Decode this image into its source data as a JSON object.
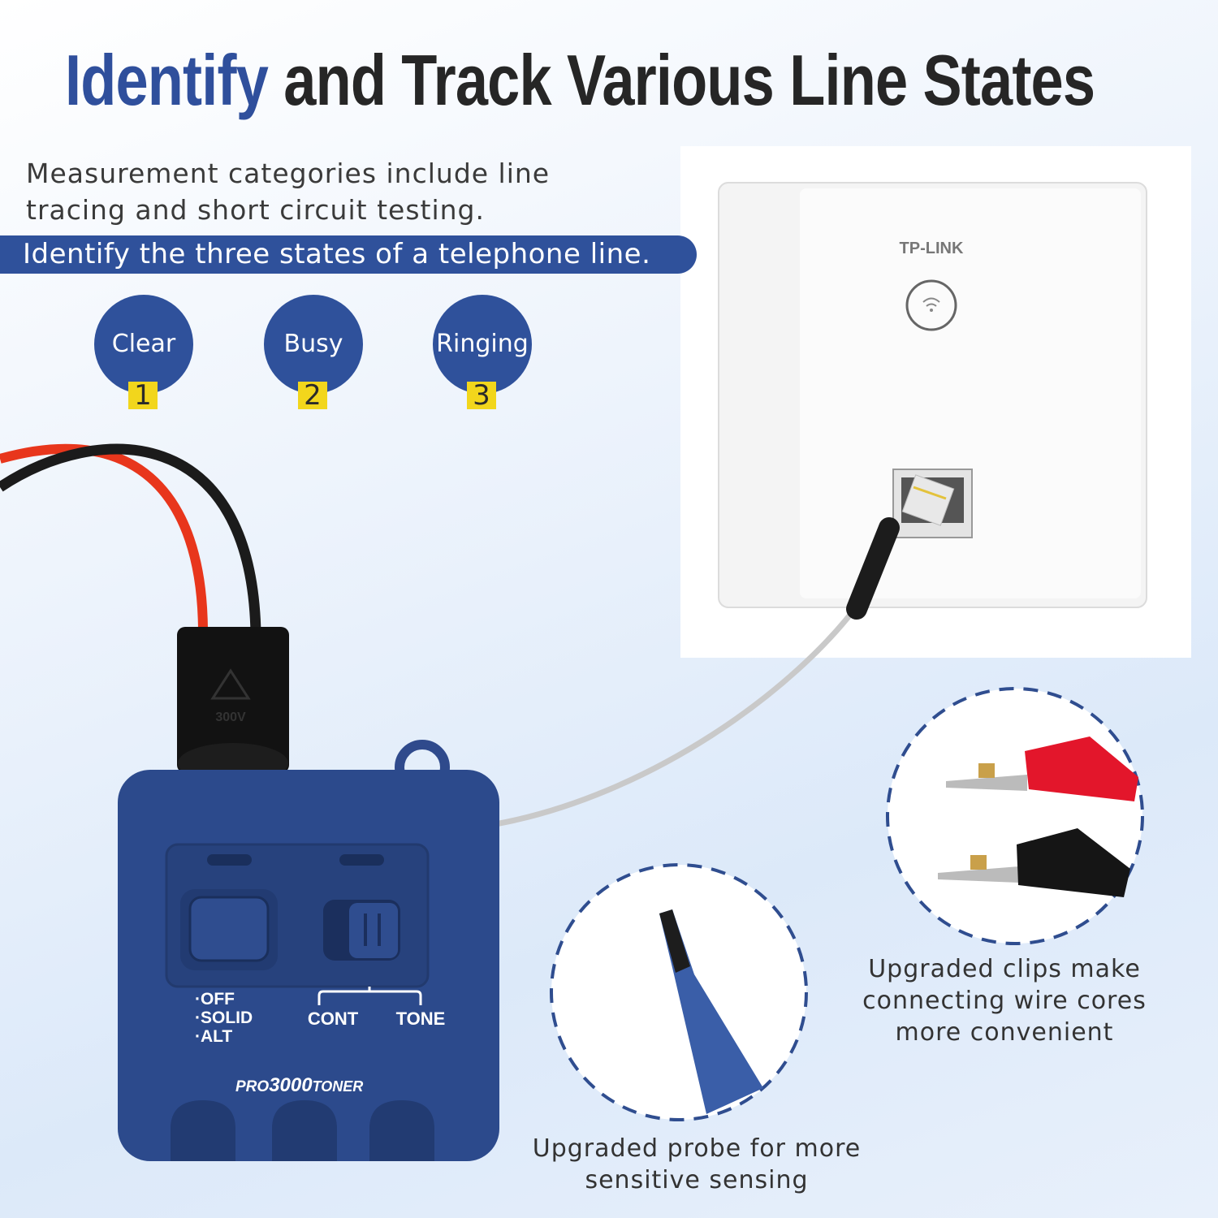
{
  "title": {
    "highlight": "Identify",
    "rest": "and Track Various Line States"
  },
  "description": [
    "Measurement categories include line",
    "tracing and short circuit testing."
  ],
  "banner": "Identify the three states of a telephone line.",
  "states": [
    {
      "label": "Clear",
      "number": "1"
    },
    {
      "label": "Busy",
      "number": "2"
    },
    {
      "label": "Ringing",
      "number": "3"
    }
  ],
  "wall_plate": {
    "brand": "TP-LINK"
  },
  "tester": {
    "warning": "300V",
    "modes": [
      "·OFF",
      "·SOLID",
      "·ALT"
    ],
    "switch_left": "CONT",
    "switch_right": "TONE",
    "model_prefix": "PRO",
    "model_number": "3000",
    "model_suffix": "TONER"
  },
  "captions": {
    "clips": [
      "Upgraded clips make",
      "connecting wire cores",
      "more convenient"
    ],
    "probe": [
      "Upgraded probe for more",
      "sensitive sensing"
    ]
  },
  "colors": {
    "accent": "#2f519b",
    "badge": "#f2d61c",
    "title": "#262626"
  }
}
